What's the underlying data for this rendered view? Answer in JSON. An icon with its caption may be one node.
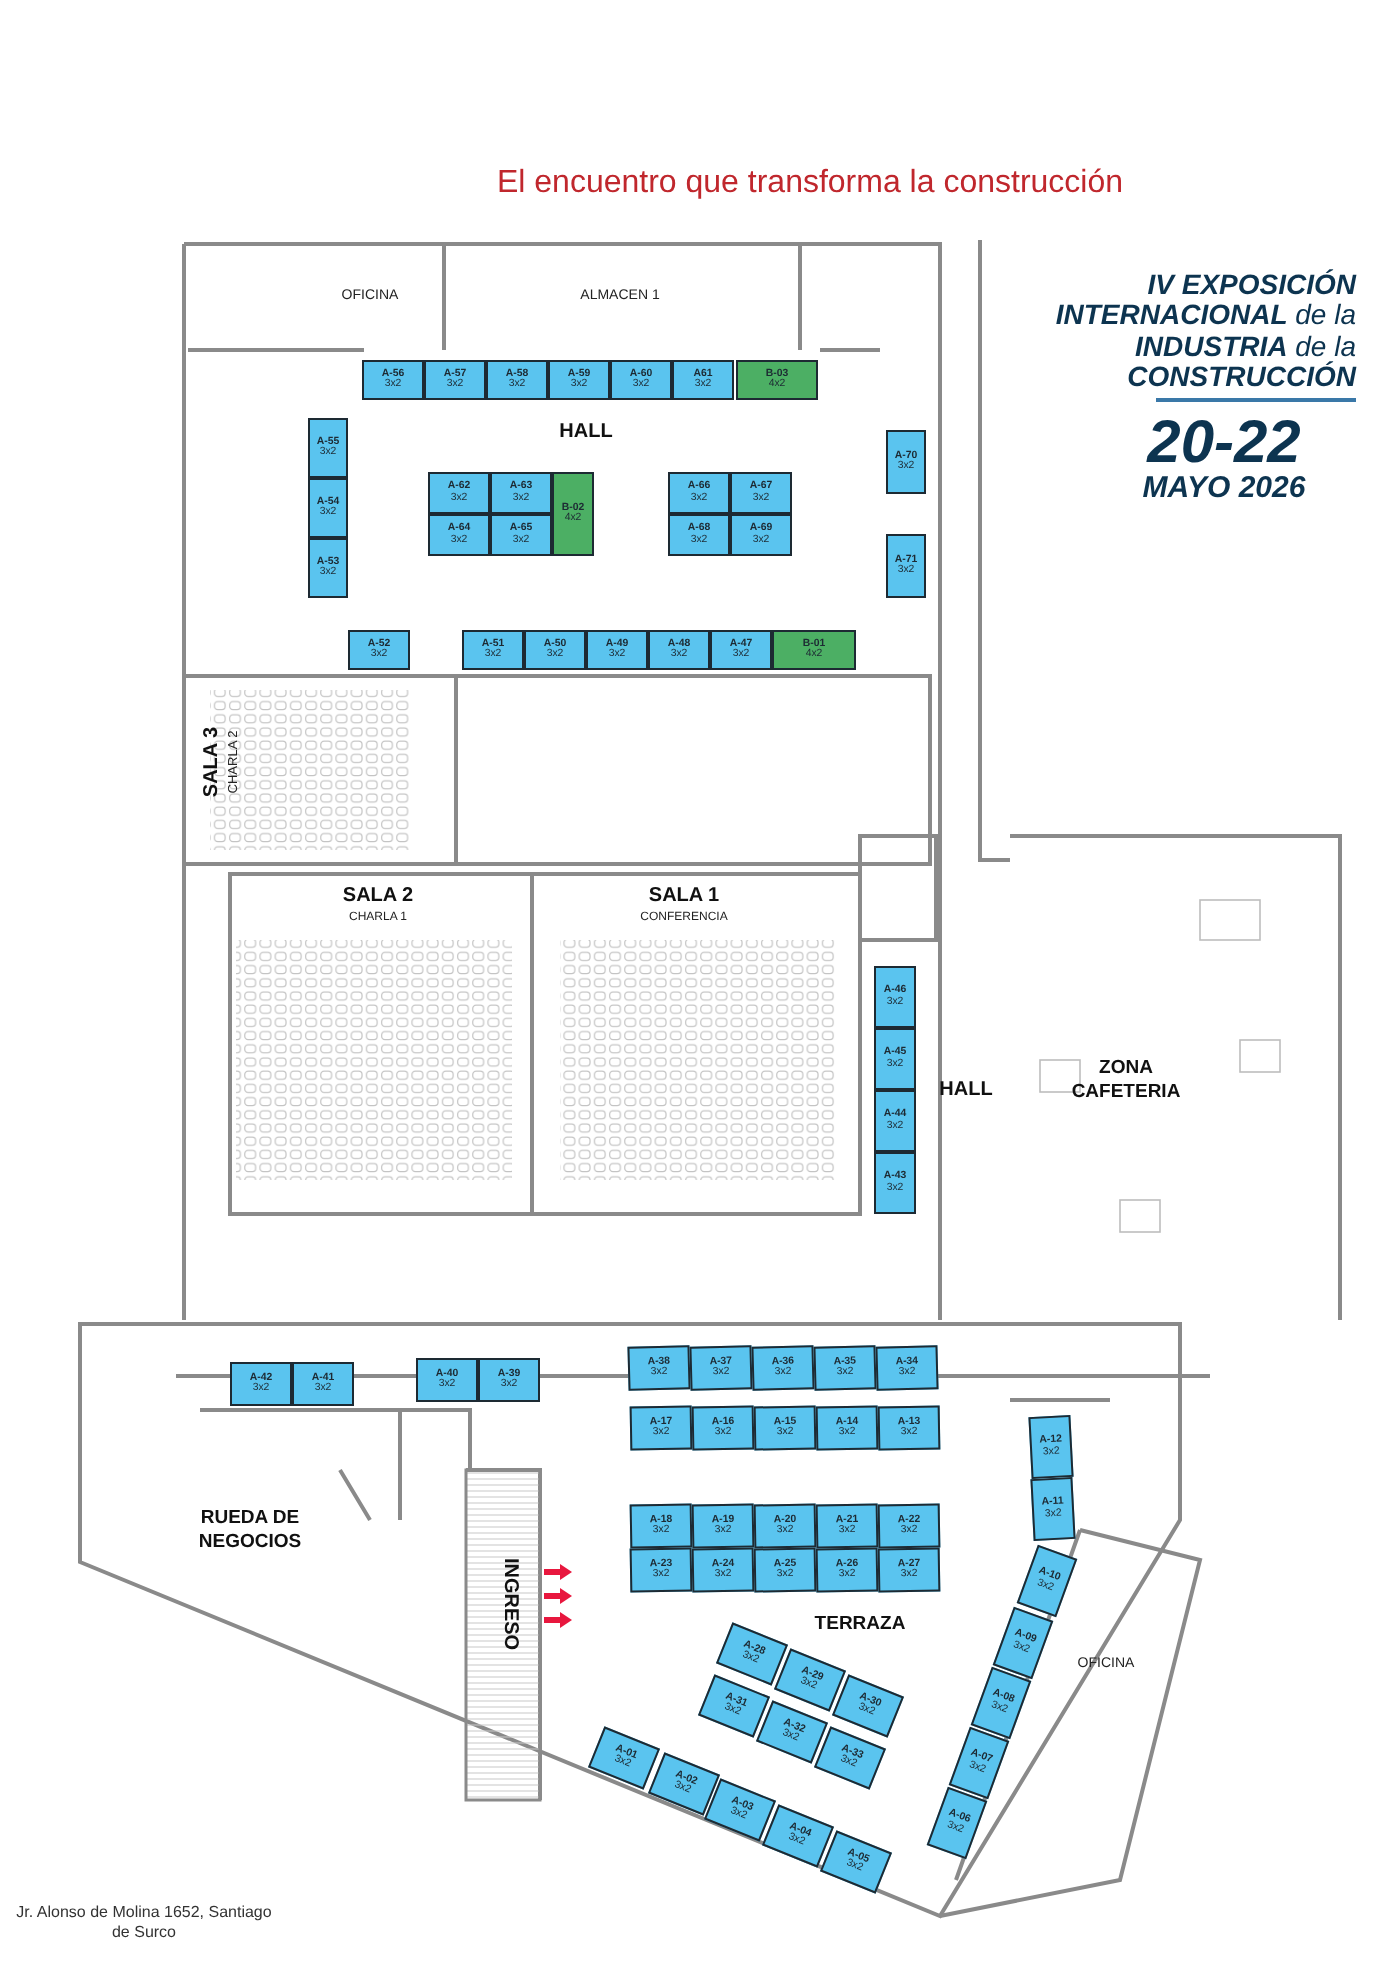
{
  "diagram": {
    "title": "**IV EXPOSICIÓN INTERNACIONAL** de la **INDUSTRIA** de la **CONSTRUCCIÓN**",
    "nodes": [
      {
        "text": [
          "A-56",
          "3x2"
        ]
      },
      {
        "text": [
          "A-57",
          "3x2"
        ]
      },
      {
        "text": [
          "A-58",
          "3x2"
        ]
      },
      {
        "text": [
          "A-59",
          "3x2"
        ]
      },
      {
        "text": [
          "A-60",
          "3x2"
        ]
      },
      {
        "text": [
          "A61",
          "3x2"
        ]
      },
      {
        "text": [
          "B-03",
          "4x2"
        ]
      },
      {
        "text": [
          "A-55",
          "3x2"
        ]
      },
      {
        "text": [
          "A-54",
          "3x2"
        ]
      },
      {
        "text": [
          "A-53",
          "3x2"
        ]
      },
      {
        "text": [
          "A-62",
          "3x2"
        ]
      },
      {
        "text": [
          "A-63",
          "3x2"
        ]
      },
      {
        "text": [
          "B-02",
          "4x2"
        ]
      },
      {
        "text": [
          "A-64",
          "3x2"
        ]
      },
      {
        "text": [
          "A-65",
          "3x2"
        ]
      },
      {
        "text": [
          "A-66",
          "3x2"
        ]
      },
      {
        "text": [
          "A-67",
          "3x2"
        ]
      },
      {
        "text": [
          "A-68",
          "3x2"
        ]
      },
      {
        "text": [
          "A-69",
          "3x2"
        ]
      },
      {
        "text": [
          "A-70",
          "3x2"
        ]
      },
      {
        "text": [
          "A-71",
          "3x2"
        ]
      },
      {
        "text": [
          "A-52",
          "3x2"
        ]
      },
      {
        "text": [
          "A-51",
          "3x2"
        ]
      },
      {
        "text": [
          "A-50",
          "3x2"
        ]
      },
      {
        "text": [
          "A-49",
          "3x2"
        ]
      },
      {
        "text": [
          "A-48",
          "3x2"
        ]
      },
      {
        "text": [
          "A-47",
          "3x2"
        ]
      },
      {
        "text": [
          "B-01",
          "4x2"
        ]
      },
      {
        "text": [
          "A-46",
          "3x2"
        ]
      },
      {
        "text": [
          "A-45",
          "3x2"
        ]
      },
      {
        "text": [
          "A-44",
          "3x2"
        ]
      },
      {
        "text": [
          "A-43",
          "3x2"
        ]
      },
      {
        "text": [
          "A-42",
          "3x2"
        ]
      },
      {
        "text": [
          "A-41",
          "3x2"
        ]
      },
      {
        "text": [
          "A-40",
          "3x2"
        ]
      },
      {
        "text": [
          "A-39",
          "3x2"
        ]
      },
      {
        "text": [
          "A-38",
          "3x2"
        ]
      },
      {
        "text": [
          "A-37",
          "3x2"
        ]
      },
      {
        "text": [
          "A-36",
          "3x2"
        ]
      },
      {
        "text": [
          "A-35",
          "3x2"
        ]
      },
      {
        "text": [
          "A-34",
          "3x2"
        ]
      },
      {
        "text": [
          "A-17",
          "3x2"
        ]
      },
      {
        "text": [
          "A-16",
          "3x2"
        ]
      },
      {
        "text": [
          "A-15",
          "3x2"
        ]
      },
      {
        "text": [
          "A-14",
          "3x2"
        ]
      },
      {
        "text": [
          "A-13",
          "3x2"
        ]
      },
      {
        "text": [
          "A-12",
          "3x2"
        ]
      },
      {
        "text": [
          "A-11",
          "3x2"
        ]
      },
      {
        "text": [
          "A-18",
          "3x2"
        ]
      },
      {
        "text": [
          "A-19",
          "3x2"
        ]
      },
      {
        "text": [
          "A-20",
          "3x2"
        ]
      },
      {
        "text": [
          "A-21",
          "3x2"
        ]
      },
      {
        "text": [
          "A-22",
          "3x2"
        ]
      },
      {
        "text": [
          "A-23",
          "3x2"
        ]
      },
      {
        "text": [
          "A-24",
          "3x2"
        ]
      },
      {
        "text": [
          "A-25",
          "3x2"
        ]
      },
      {
        "text": [
          "A-26",
          "3x2"
        ]
      },
      {
        "text": [
          "A-27",
          "3x2"
        ]
      },
      {
        "text": [
          "A-10",
          "3x2"
        ]
      },
      {
        "text": [
          "A-09",
          "3x2"
        ]
      },
      {
        "text": [
          "A-08",
          "3x2"
        ]
      },
      {
        "text": [
          "A-07",
          "3x2"
        ]
      },
      {
        "text": [
          "A-06",
          "3x2"
        ]
      },
      {
        "text": [
          "A-28",
          "3x2"
        ]
      },
      {
        "text": [
          "A-29",
          "3x2"
        ]
      },
      {
        "text": [
          "A-30",
          "3x2"
        ]
      },
      {
        "text": [
          "A-31",
          "3x2"
        ]
      },
      {
        "text": [
          "A-32",
          "3x2"
        ]
      },
      {
        "text": [
          "A-33",
          "3x2"
        ]
      },
      {
        "text": [
          "A-01",
          "3x2"
        ]
      },
      {
        "text": [
          "A-02",
          "3x2"
        ]
      },
      {
        "text": [
          "A-03",
          "3x2"
        ]
      },
      {
        "text": [
          "A-04",
          "3x2"
        ]
      },
      {
        "text": [
          "A-05",
          "3x2"
        ]
      }
    ],
    "edges": [],
    "labels": [
      "OFICINA",
      "ALMACEN 1",
      "HALL",
      "SALA 3",
      "CHARLA 2",
      "SALA 2",
      "CHARLA 1",
      "SALA 1",
      "CONFERENCIA",
      "HALL",
      "ZONA CAFETERIA",
      "RUEDA DE NEGOCIOS",
      "INGRESO",
      "TERRAZA",
      "OFICINA",
      "El encuentro que transforma la construcción",
      "20-22",
      "MAYO 2026",
      "Jr. Alonso de Molina 1652, Santiago de Surco"
    ]
  }
}
